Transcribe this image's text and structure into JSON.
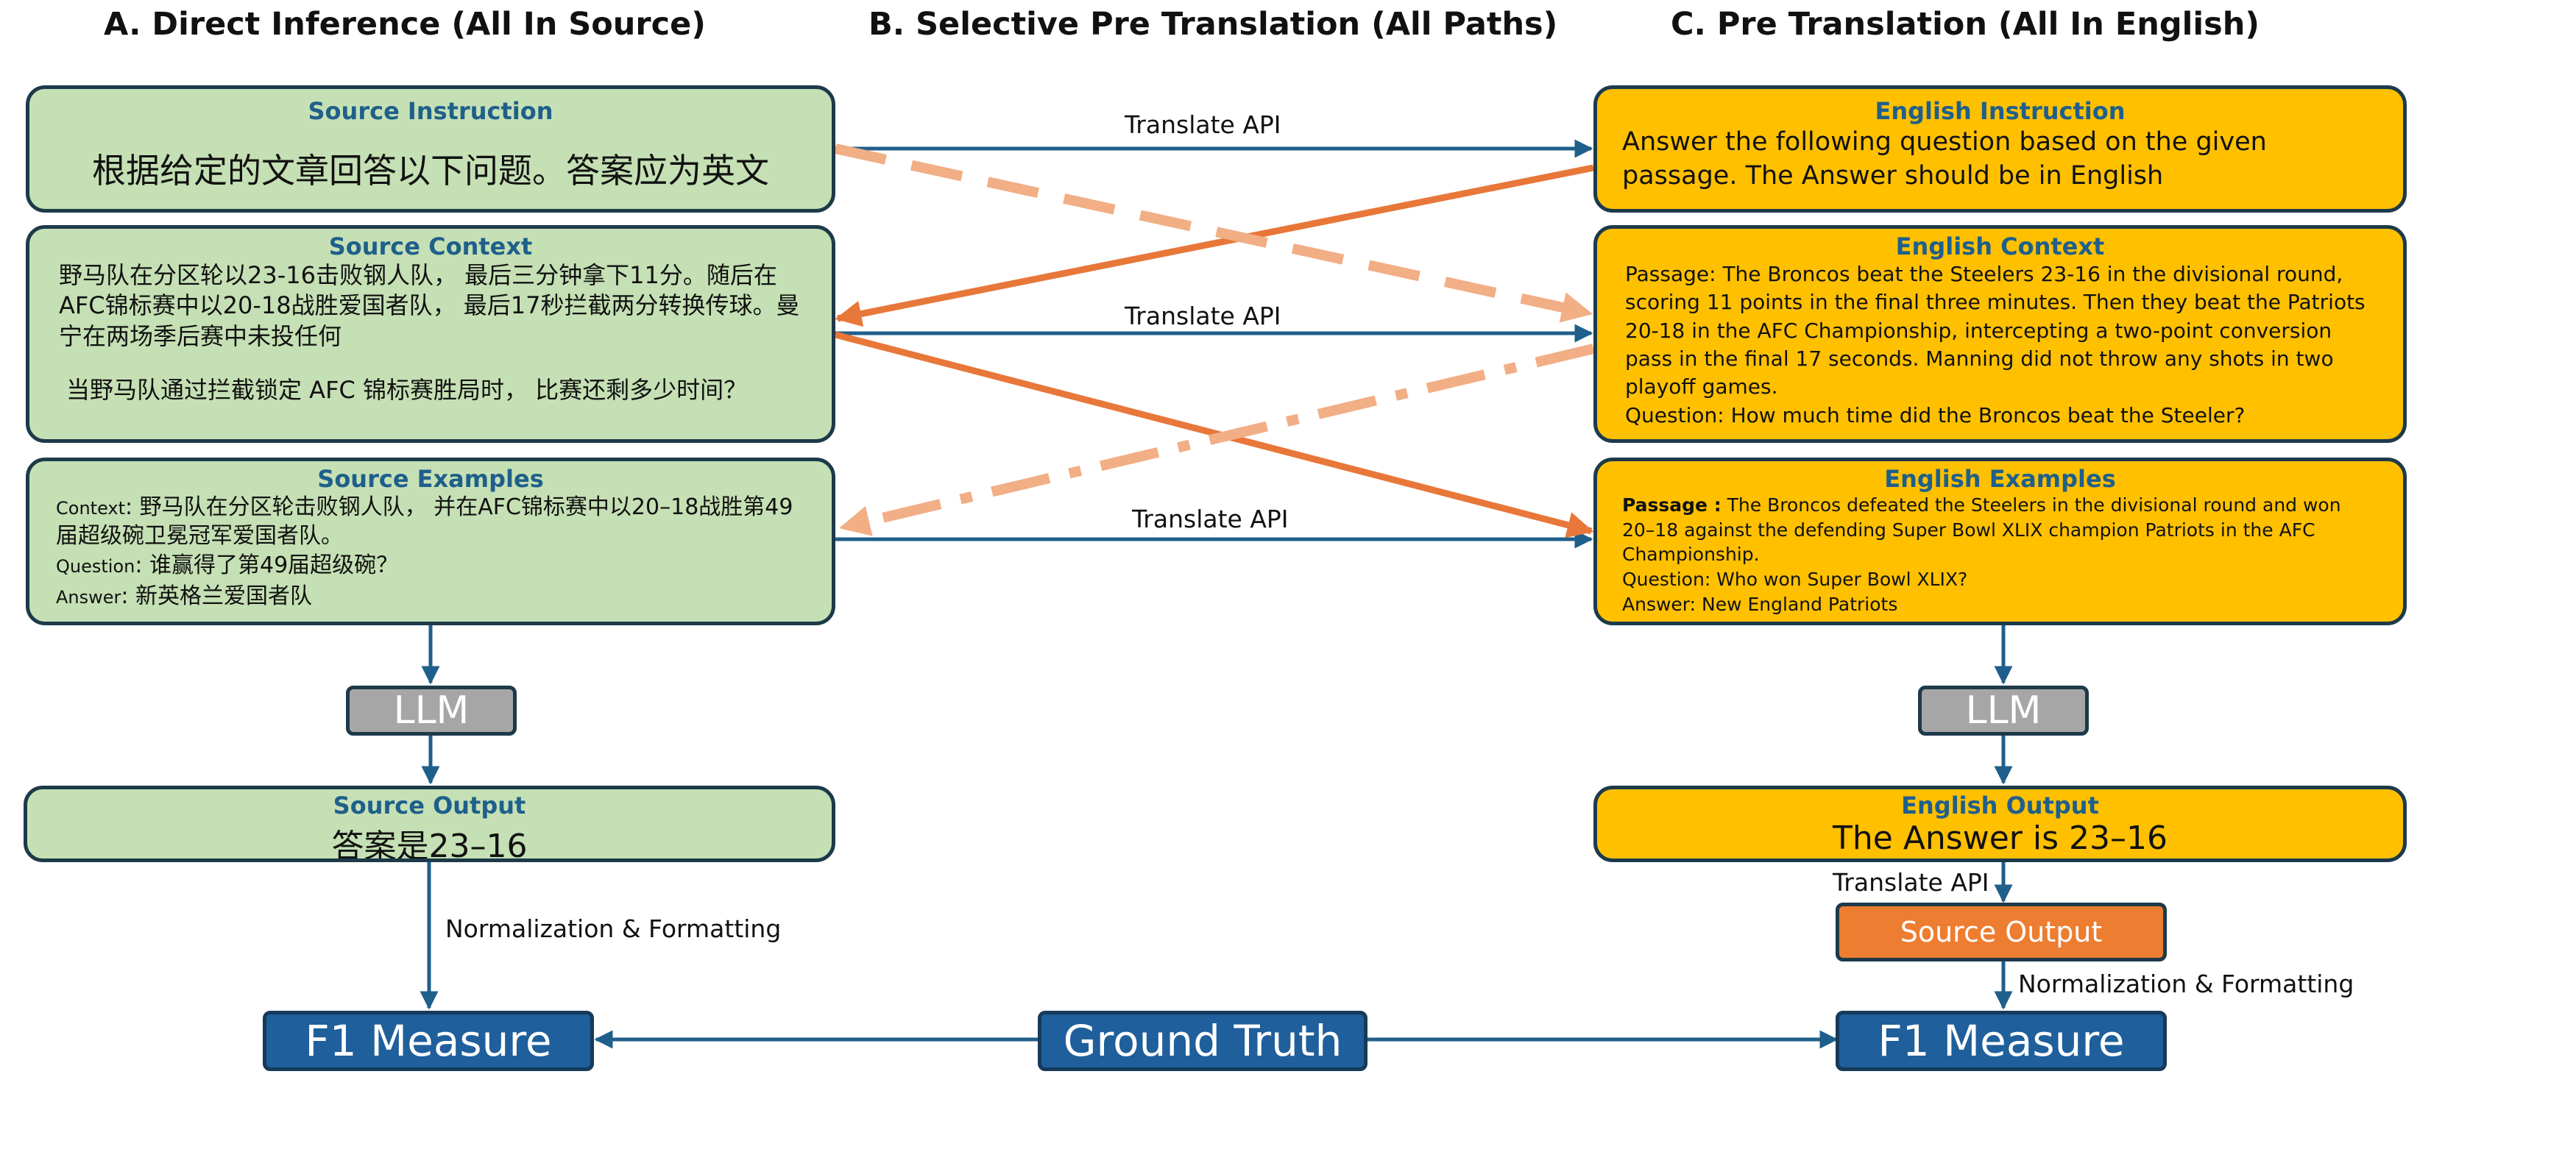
{
  "headings": {
    "a": "A. Direct Inference (All In Source)",
    "b": "B. Selective Pre Translation (All Paths)",
    "c": "C. Pre Translation (All In English)"
  },
  "source_instruction": {
    "title": "Source Instruction",
    "text": "根据给定的文章回答以下问题。答案应为英文"
  },
  "source_context": {
    "title": "Source Context",
    "text": "野马队在分区轮以23-16击败钢人队， 最后三分钟拿下11分。随后在AFC锦标赛中以20-18战胜爱国者队， 最后17秒拦截两分转换传球。曼宁在两场季后赛中未投任何",
    "question": "当野马队通过拦截锁定 AFC 锦标赛胜局时， 比赛还剩多少时间？"
  },
  "source_examples": {
    "title": "Source Examples",
    "context_tag": "Context",
    "context": ": 野马队在分区轮击败钢人队， 并在AFC锦标赛中以20–18战胜第49届超级碗卫冕冠军爱国者队。",
    "question_tag": "Question",
    "question": ": 谁赢得了第49届超级碗？",
    "answer_tag": "Answer",
    "answer": ": 新英格兰爱国者队"
  },
  "english_instruction": {
    "title": "English Instruction",
    "text": "Answer the following question based on the given passage. The Answer should be in English"
  },
  "english_context": {
    "title": "English Context",
    "text": "Passage: The Broncos beat the Steelers 23-16 in the divisional round, scoring 11 points in the final three minutes. Then they beat the Patriots 20-18 in the AFC Championship, intercepting a two-point conversion pass in the final 17 seconds. Manning did not throw any shots in two playoff games.",
    "question": "Question: How much time did the Broncos beat the Steeler?"
  },
  "english_examples": {
    "title": "English Examples",
    "passage_tag": "Passage :",
    "passage": " The Broncos defeated the Steelers in the divisional round and won 20–18 against the defending Super Bowl XLIX champion Patriots in the AFC Championship.",
    "question": "Question: Who won Super Bowl XLIX?",
    "answer": "Answer: New England Patriots"
  },
  "llm_label": "LLM",
  "source_output": {
    "title": "Source Output",
    "text": "答案是23–16"
  },
  "english_output": {
    "title": "English Output",
    "text": "The Answer is 23–16"
  },
  "source_output_c": "Source Output",
  "f1_label": "F1 Measure",
  "ground_truth": "Ground Truth",
  "edge_labels": {
    "translate_api": "Translate API",
    "normalization": "Normalization & Formatting"
  },
  "colors": {
    "green": "#c5e0b4",
    "gold": "#ffc000",
    "navy": "#1f5f9b",
    "arrow_blue": "#1f5f8b",
    "arrow_orange": "#e8773a",
    "arrow_light_orange": "#f2ae85"
  }
}
